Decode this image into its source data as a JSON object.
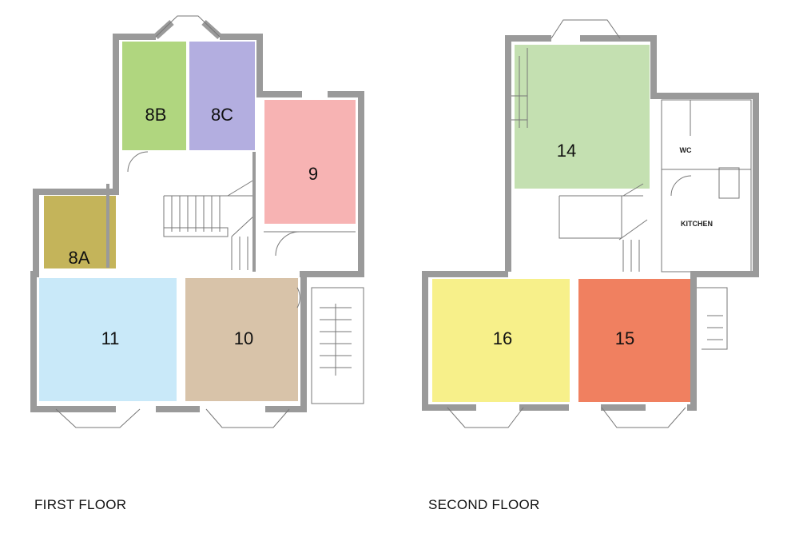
{
  "first_floor": {
    "title": "FIRST FLOOR",
    "rooms": [
      {
        "label": "8B",
        "color": "#b0d67f"
      },
      {
        "label": "8C",
        "color": "#b3aee0"
      },
      {
        "label": "9",
        "color": "#f7b3b3"
      },
      {
        "label": "8A",
        "color": "#c4b45a"
      },
      {
        "label": "11",
        "color": "#c9e9f9"
      },
      {
        "label": "10",
        "color": "#d8c3a9"
      }
    ]
  },
  "second_floor": {
    "title": "SECOND FLOOR",
    "rooms": [
      {
        "label": "14",
        "color": "#c4e0b1"
      },
      {
        "label": "16",
        "color": "#f7f08a"
      },
      {
        "label": "15",
        "color": "#f08060"
      }
    ],
    "wc_label": "WC",
    "kitchen_label": "KITCHEN"
  },
  "colors": {
    "wall": "#9a9a9a"
  }
}
